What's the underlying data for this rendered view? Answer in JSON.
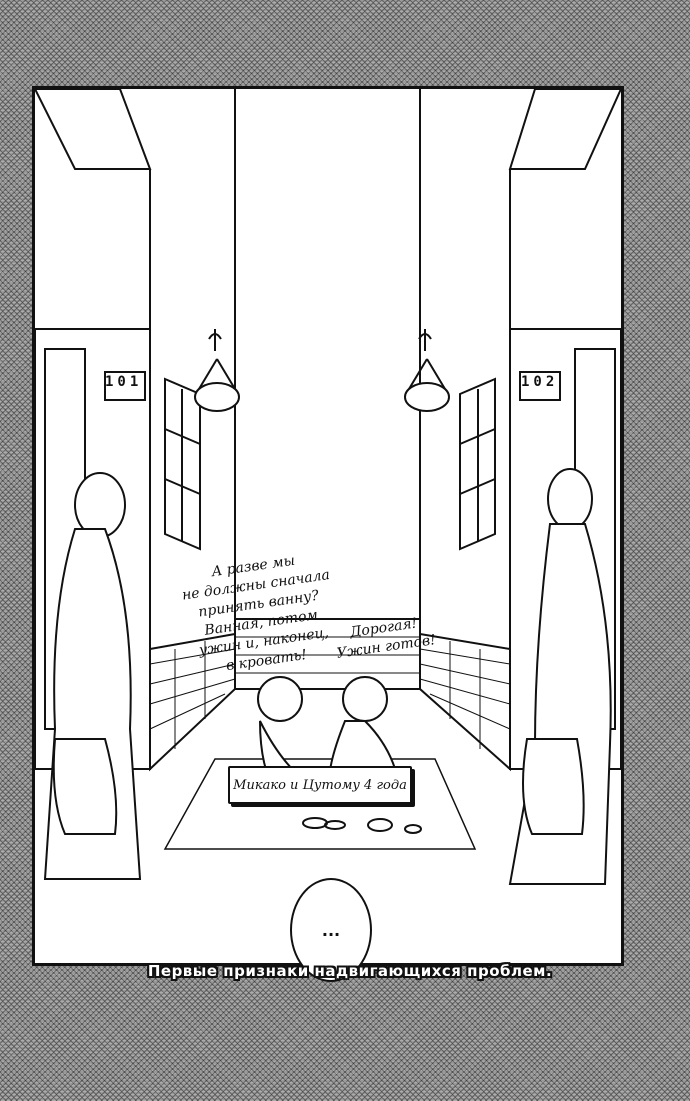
{
  "page": {
    "door_left": "101",
    "door_right": "102",
    "speech_left": [
      "А разве мы",
      "не должны сначала",
      "принять ванну?",
      "Ванная, потом",
      "ужин и, наконец,",
      "в кровать!"
    ],
    "speech_right": [
      "Дорогая!",
      "Ужин готов!"
    ],
    "caption": "Микако и Цутому 4 года",
    "bubble": "...",
    "narration": "Первые признаки надвигающихся проблем."
  },
  "colors": {
    "ink": "#111111",
    "paper": "#ffffff",
    "tone": "#9a9a9a"
  }
}
